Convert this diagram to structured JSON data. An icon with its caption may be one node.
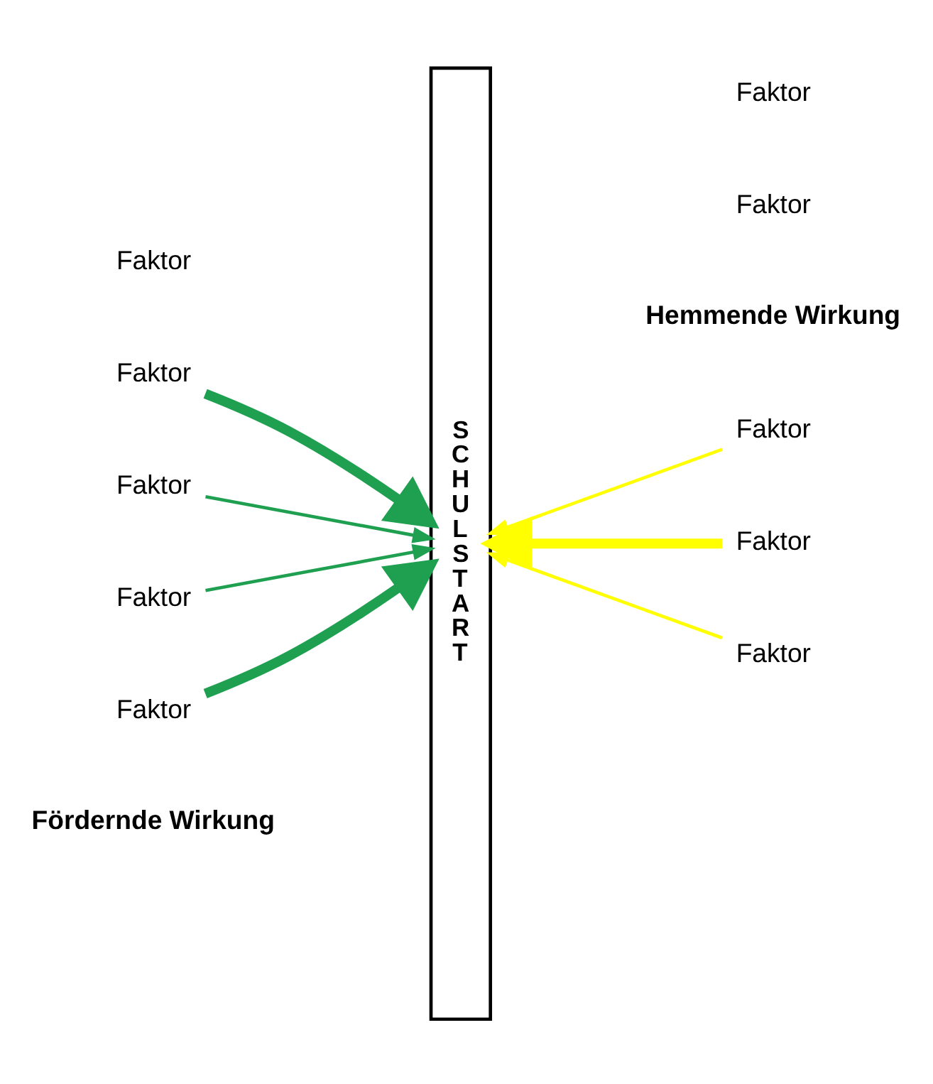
{
  "diagram": {
    "nodes": [
      {
        "text": [
          "S C H U L S T A R T"
        ]
      },
      {
        "text": [
          "Faktor"
        ]
      },
      {
        "text": [
          "Faktor"
        ]
      },
      {
        "text": [
          "Faktor"
        ]
      },
      {
        "text": [
          "Faktor"
        ]
      },
      {
        "text": [
          "Faktor"
        ]
      },
      {
        "text": [
          "Faktor"
        ]
      },
      {
        "text": [
          "Faktor"
        ]
      },
      {
        "text": [
          "Faktor"
        ]
      },
      {
        "text": [
          "Faktor"
        ]
      },
      {
        "text": [
          "Faktor"
        ]
      }
    ],
    "edges": [
      {
        "from": 1,
        "to": 0,
        "arrow": "to",
        "style": "thick"
      },
      {
        "from": 2,
        "to": 0,
        "arrow": "to"
      },
      {
        "from": 3,
        "to": 0,
        "arrow": "to"
      },
      {
        "from": 5,
        "to": 0,
        "arrow": "to",
        "style": "thick"
      },
      {
        "from": 6,
        "to": 0,
        "arrow": "to",
        "color": "#ffff00"
      },
      {
        "from": 7,
        "to": 0,
        "arrow": "to",
        "style": "thick",
        "color": "#ffff00"
      },
      {
        "from": 9,
        "to": 0,
        "arrow": "to",
        "color": "#ffff00"
      }
    ],
    "labels": [
      "Fördernde Wirkung",
      "Hemmende Wirkung"
    ]
  }
}
